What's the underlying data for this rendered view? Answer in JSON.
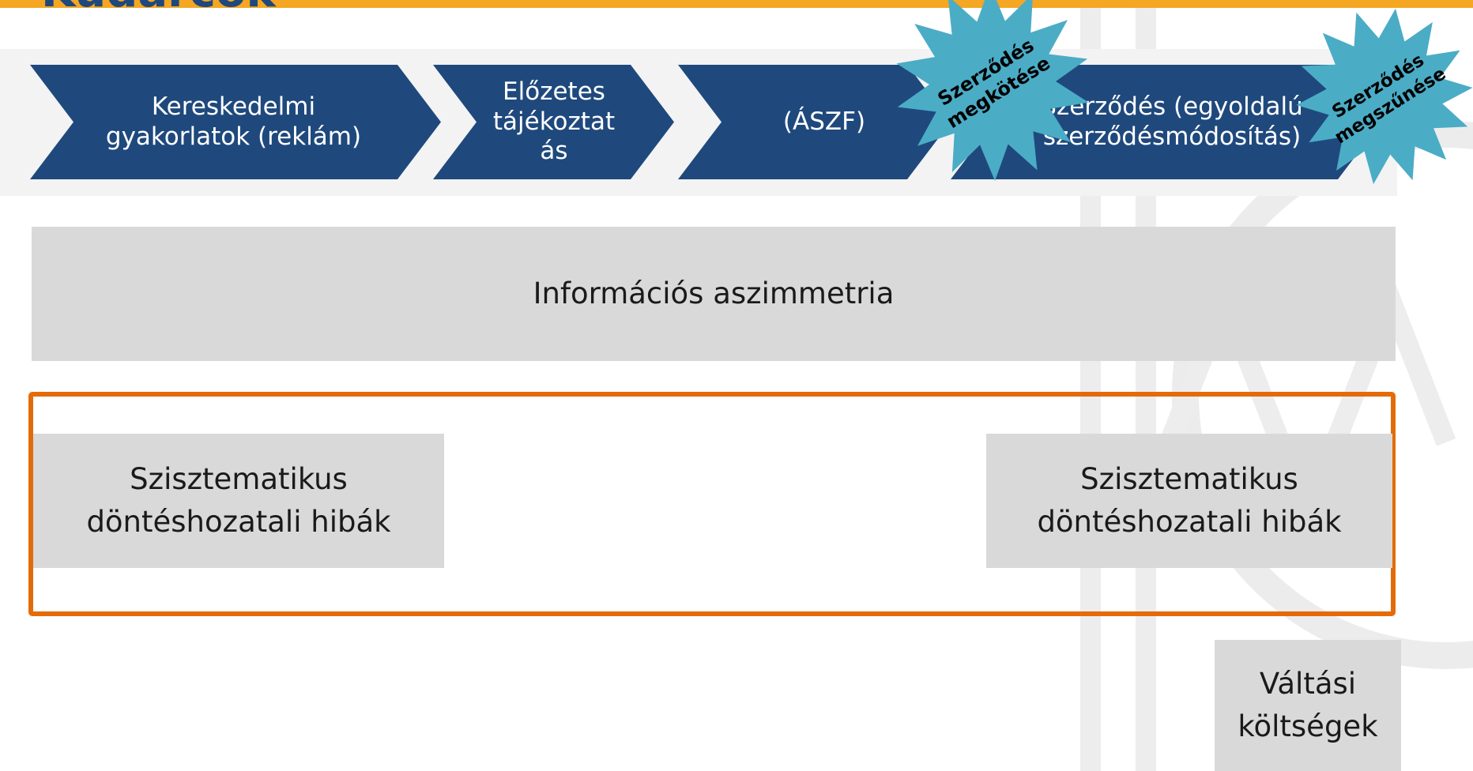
{
  "title": "Kudarcok",
  "process_steps": [
    {
      "label": "Kereskedelmi\ngyakorlatok (reklám)"
    },
    {
      "label": "Előzetes\ntájékoztat\nás"
    },
    {
      "label": "(ÁSZF)"
    },
    {
      "label": "Szerződés (egyoldalú\nszerződésmódosítás)"
    }
  ],
  "milestones": [
    {
      "line1": "Szerződés",
      "line2": "megkötése"
    },
    {
      "line1": "Szerződés",
      "line2": "megszűnése"
    }
  ],
  "boxes": {
    "information_asymmetry": "Információs aszimmetria",
    "decision_errors_left": "Szisztematikus\ndöntéshozatali hibák",
    "decision_errors_right": "Szisztematikus\ndöntéshozatali hibák",
    "switching_costs": "Váltási\nköltségek"
  },
  "colors": {
    "chevron_fill": "#1f497d",
    "title_band": "#f5a623",
    "starburst_fill": "#4bacc6",
    "box_fill": "#d9d9d9",
    "highlight_border": "#e36c0a"
  }
}
